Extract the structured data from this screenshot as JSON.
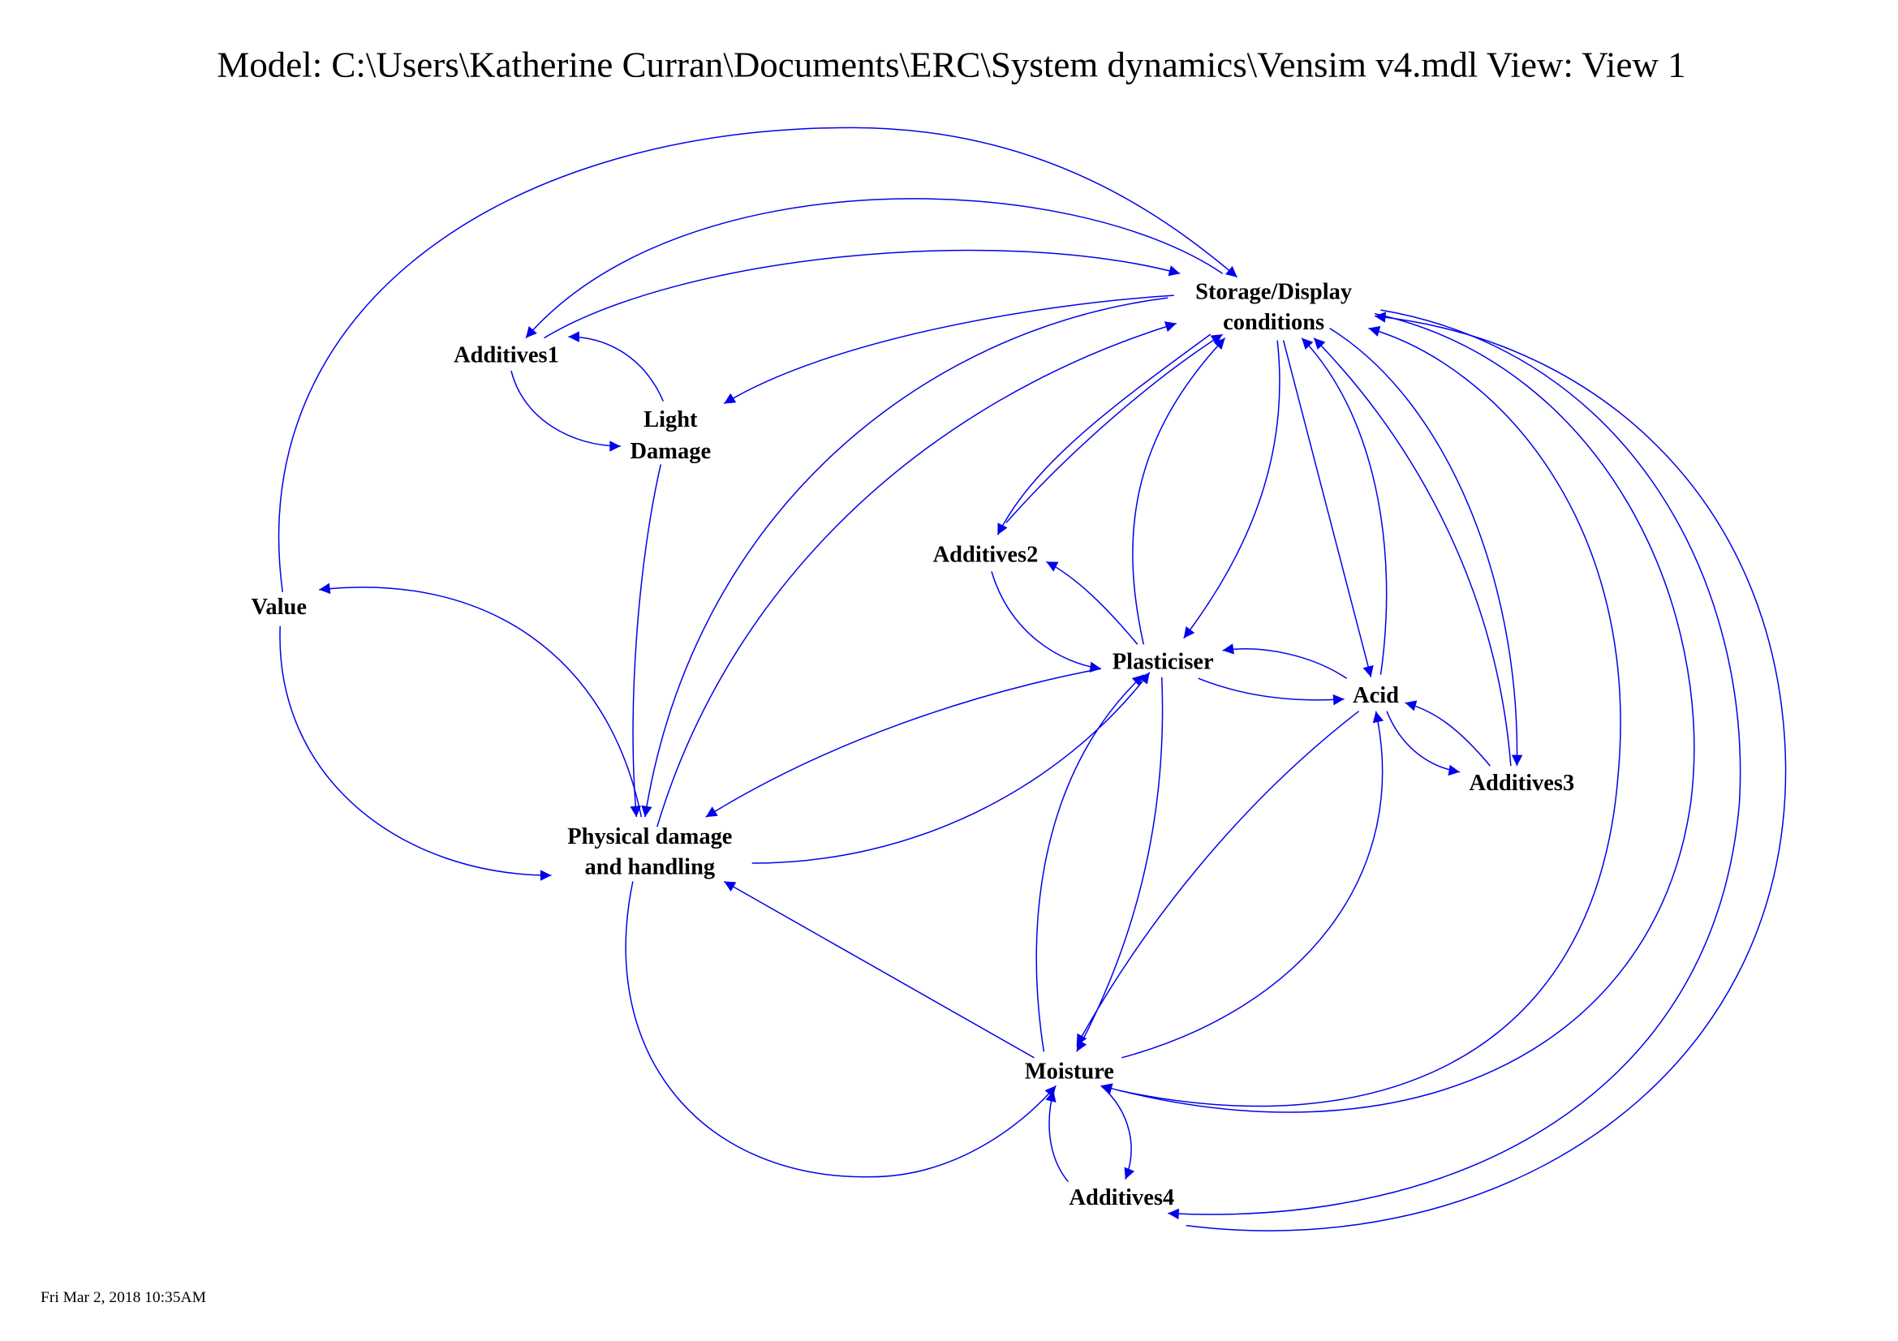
{
  "title": "Model: C:\\Users\\Katherine Curran\\Documents\\ERC\\System dynamics\\Vensim v4.mdl View:  View 1",
  "footer": "Fri Mar  2, 2018 10:35AM",
  "edge_color": "#0000ee",
  "nodes": {
    "storage": {
      "line1": "Storage/Display",
      "line2": "conditions"
    },
    "additives1": {
      "line1": "Additives1"
    },
    "light": {
      "line1": "Light",
      "line2": "Damage"
    },
    "value": {
      "line1": "Value"
    },
    "additives2": {
      "line1": "Additives2"
    },
    "plasticiser": {
      "line1": "Plasticiser"
    },
    "acid": {
      "line1": "Acid"
    },
    "additives3": {
      "line1": "Additives3"
    },
    "physical": {
      "line1": "Physical damage",
      "line2": "and handling"
    },
    "moisture": {
      "line1": "Moisture"
    },
    "additives4": {
      "line1": "Additives4"
    }
  },
  "edges": [
    {
      "from": "value",
      "to": "storage"
    },
    {
      "from": "storage",
      "to": "additives1"
    },
    {
      "from": "additives1",
      "to": "storage"
    },
    {
      "from": "light",
      "to": "additives1"
    },
    {
      "from": "additives1",
      "to": "light"
    },
    {
      "from": "storage",
      "to": "light"
    },
    {
      "from": "light",
      "to": "physical"
    },
    {
      "from": "storage",
      "to": "physical"
    },
    {
      "from": "physical",
      "to": "storage"
    },
    {
      "from": "storage",
      "to": "additives2"
    },
    {
      "from": "additives2",
      "to": "storage"
    },
    {
      "from": "plasticiser",
      "to": "storage"
    },
    {
      "from": "storage",
      "to": "plasticiser"
    },
    {
      "from": "storage",
      "to": "acid"
    },
    {
      "from": "acid",
      "to": "storage"
    },
    {
      "from": "additives3",
      "to": "storage"
    },
    {
      "from": "storage",
      "to": "additives3"
    },
    {
      "from": "plasticiser",
      "to": "additives2"
    },
    {
      "from": "additives2",
      "to": "plasticiser"
    },
    {
      "from": "acid",
      "to": "plasticiser"
    },
    {
      "from": "plasticiser",
      "to": "acid"
    },
    {
      "from": "additives3",
      "to": "acid"
    },
    {
      "from": "acid",
      "to": "additives3"
    },
    {
      "from": "plasticiser",
      "to": "physical"
    },
    {
      "from": "physical",
      "to": "plasticiser"
    },
    {
      "from": "value",
      "to": "physical"
    },
    {
      "from": "physical",
      "to": "value"
    },
    {
      "from": "moisture",
      "to": "physical"
    },
    {
      "from": "physical",
      "to": "moisture"
    },
    {
      "from": "moisture",
      "to": "plasticiser"
    },
    {
      "from": "plasticiser",
      "to": "moisture"
    },
    {
      "from": "acid",
      "to": "moisture"
    },
    {
      "from": "moisture",
      "to": "acid"
    },
    {
      "from": "moisture",
      "to": "storage"
    },
    {
      "from": "storage",
      "to": "moisture"
    },
    {
      "from": "storage",
      "to": "additives4"
    },
    {
      "from": "additives4",
      "to": "storage"
    },
    {
      "from": "moisture",
      "to": "additives4"
    },
    {
      "from": "additives4",
      "to": "moisture"
    }
  ]
}
